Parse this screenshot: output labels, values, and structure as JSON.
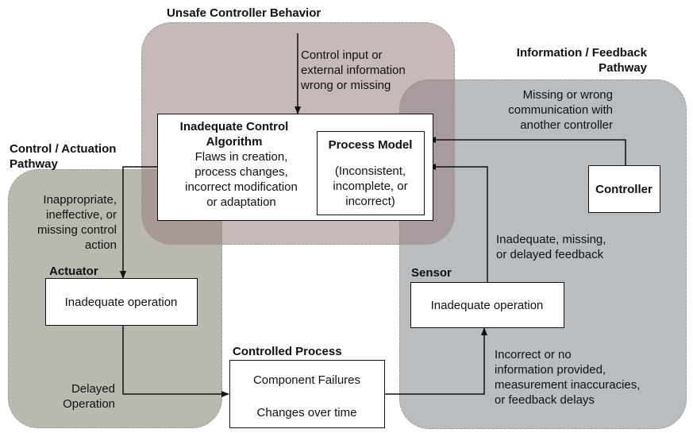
{
  "regions": {
    "unsafe_controller": {
      "title": "Unsafe Controller Behavior",
      "color": "#9a7f80"
    },
    "control_actuation": {
      "title": "Control / Actuation\nPathway",
      "color": "#8e8e80"
    },
    "info_feedback": {
      "title": "Information / Feedback\nPathway",
      "color": "#8e959a"
    }
  },
  "annotations": {
    "control_input": "Control input or\nexternal information\nwrong or missing",
    "missing_communication": "Missing or wrong\ncommunication with\nanother controller",
    "inappropriate_action": "Inappropriate,\nineffective, or\nmissing control\naction",
    "inadequate_feedback": "Inadequate, missing,\nor delayed feedback",
    "delayed_operation": "Delayed\nOperation",
    "incorrect_information": "Incorrect or no\ninformation provided,\nmeasurement inaccuracies,\nor feedback delays"
  },
  "controller_box": {
    "title": "Inadequate Control\nAlgorithm",
    "body": "Flaws in creation,\nprocess changes,\nincorrect modification\nor adaptation"
  },
  "process_model": {
    "title": "Process Model",
    "body": "(Inconsistent,\nincomplete, or\nincorrect)"
  },
  "other_controller": {
    "label": "Controller"
  },
  "actuator": {
    "heading": "Actuator",
    "body": "Inadequate operation"
  },
  "sensor": {
    "heading": "Sensor",
    "body": "Inadequate operation"
  },
  "controlled_process": {
    "heading": "Controlled Process",
    "line1": "Component Failures",
    "line2": "Changes over time"
  }
}
